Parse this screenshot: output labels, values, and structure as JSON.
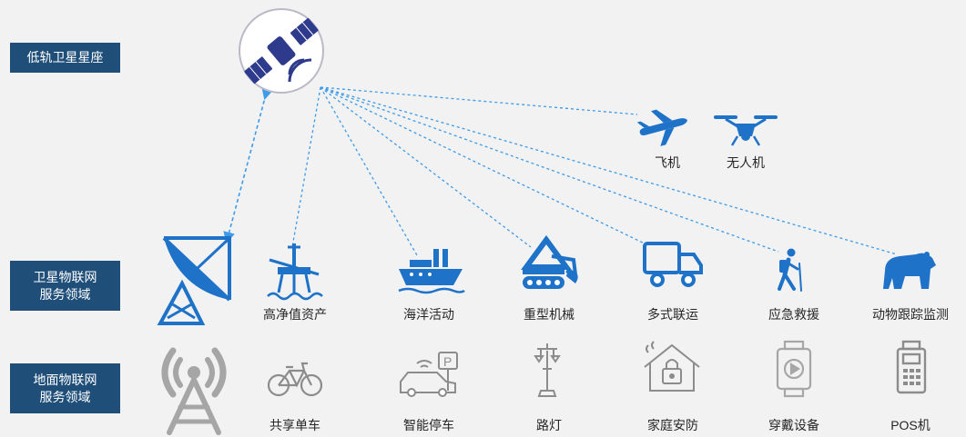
{
  "layers": {
    "leo": "低轨卫星星座",
    "satellite_iot": [
      "卫星物联网",
      "服务领域"
    ],
    "terrestrial_iot": [
      "地面物联网",
      "服务领域"
    ]
  },
  "air_items": [
    "飞机",
    "无人机"
  ],
  "satellite_items": [
    "高净值资产",
    "海洋活动",
    "重型机械",
    "多式联运",
    "应急救援",
    "动物跟踪监测"
  ],
  "ground_items": [
    "共享单车",
    "智能停车",
    "路灯",
    "家庭安防",
    "穿戴设备",
    "POS机"
  ],
  "colors": {
    "label_bg": "#1f4e79",
    "icon_blue": "#1e72c8",
    "icon_gray": "#a6a6a6",
    "link": "#3d9be9"
  }
}
